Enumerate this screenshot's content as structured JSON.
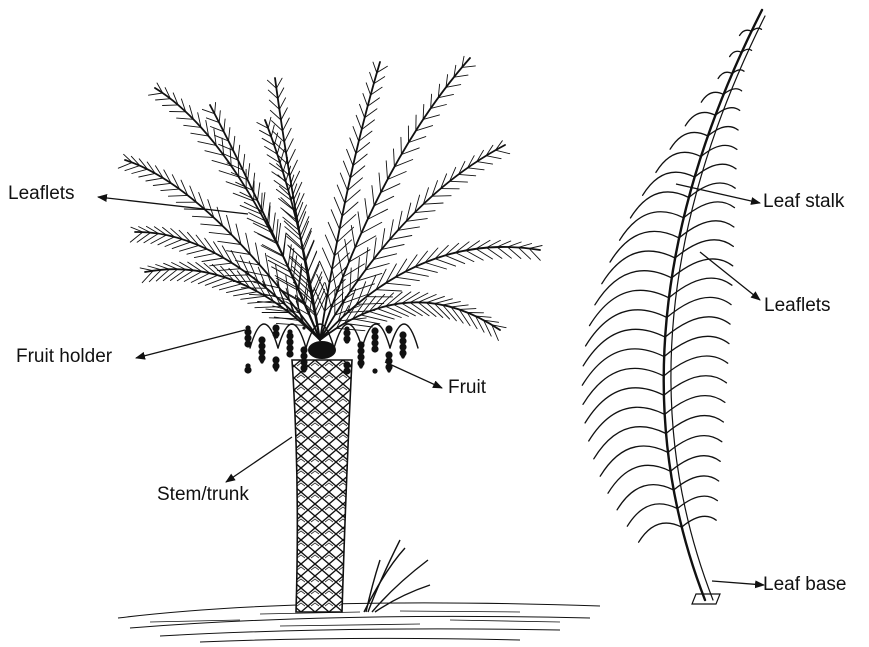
{
  "labels": {
    "leaflets_left": "Leaflets",
    "fruit_holder": "Fruit holder",
    "fruit": "Fruit",
    "stem_trunk": "Stem/trunk",
    "leaf_stalk": "Leaf stalk",
    "leaflets_right": "Leaflets",
    "leaf_base": "Leaf base"
  },
  "illustrations": [
    "date-palm-tree",
    "palm-leaf"
  ],
  "colors": {
    "ink": "#111111",
    "background": "#ffffff"
  }
}
